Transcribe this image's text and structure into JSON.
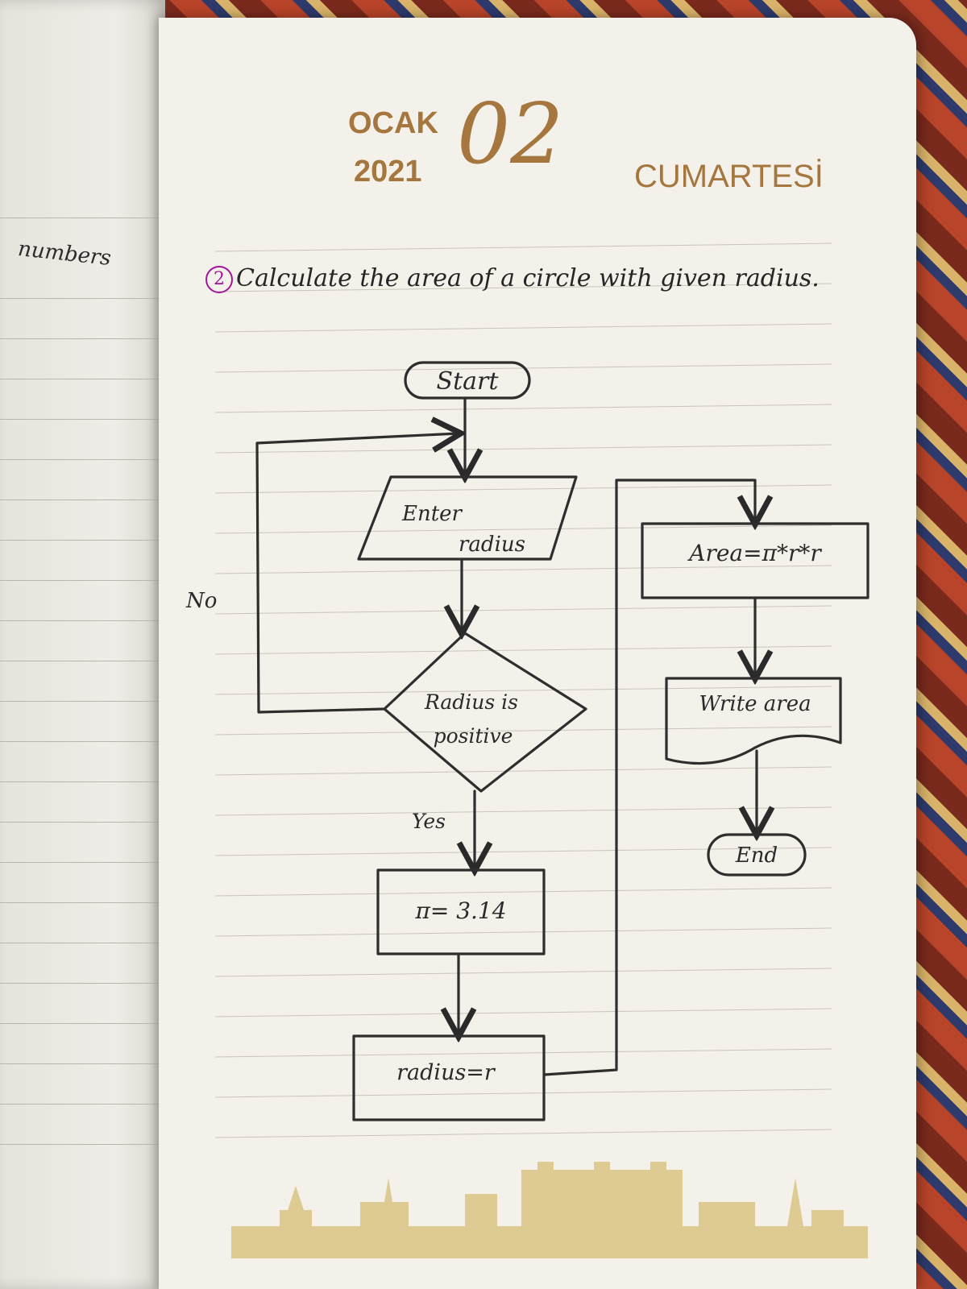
{
  "left_page": {
    "word": "numbers"
  },
  "header": {
    "month": "OCAK",
    "year": "2021",
    "day": "02",
    "weekday": "CUMARTESİ",
    "accent_color": "#a5773f"
  },
  "task": {
    "number": "2",
    "text": "Calculate the area of a circle with given radius."
  },
  "flowchart": {
    "start": "Start",
    "input_line1": "Enter",
    "input_line2": "radius",
    "decision_line1": "Radius is",
    "decision_line2": "positive",
    "yes_label": "Yes",
    "no_label": "No",
    "pi_assign": "π= 3.14",
    "radius_assign": "radius=r",
    "area_formula": "Area=π*r*r",
    "output": "Write area",
    "end": "End"
  }
}
